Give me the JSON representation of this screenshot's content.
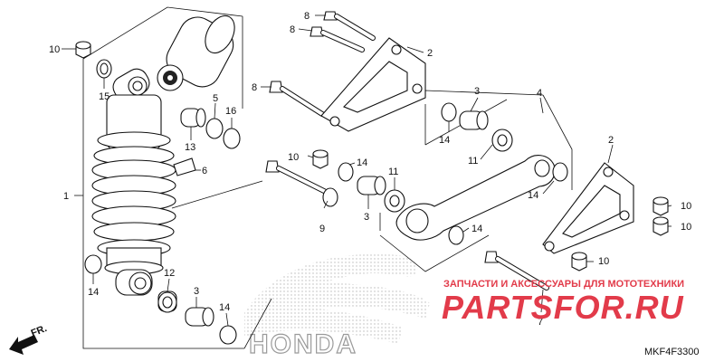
{
  "diagram_code": "MKF4F3300",
  "direction_label": "FR.",
  "brand_label": "HONDA",
  "watermark": {
    "line1": "ЗАПЧАСТИ И АКСЕССУАРЫ ДЛЯ МОТОТЕХНИКИ",
    "line2": "PARTSFOR.RU",
    "color": "#e23b4a"
  },
  "callouts": [
    {
      "id": "c10a",
      "text": "10"
    },
    {
      "id": "c15",
      "text": "15"
    },
    {
      "id": "c5",
      "text": "5"
    },
    {
      "id": "c16",
      "text": "16"
    },
    {
      "id": "c13",
      "text": "13"
    },
    {
      "id": "c6",
      "text": "6"
    },
    {
      "id": "c1",
      "text": "1"
    },
    {
      "id": "c14a",
      "text": "14"
    },
    {
      "id": "c12",
      "text": "12"
    },
    {
      "id": "c3a",
      "text": "3"
    },
    {
      "id": "c14b",
      "text": "14"
    },
    {
      "id": "c8a",
      "text": "8"
    },
    {
      "id": "c8b",
      "text": "8"
    },
    {
      "id": "c8c",
      "text": "8"
    },
    {
      "id": "c2a",
      "text": "2"
    },
    {
      "id": "c10b",
      "text": "10"
    },
    {
      "id": "c14c",
      "text": "14"
    },
    {
      "id": "c3b",
      "text": "3"
    },
    {
      "id": "c4",
      "text": "4"
    },
    {
      "id": "c14d",
      "text": "14"
    },
    {
      "id": "c11a",
      "text": "11"
    },
    {
      "id": "c14e",
      "text": "14"
    },
    {
      "id": "c11b",
      "text": "11"
    },
    {
      "id": "c9",
      "text": "9"
    },
    {
      "id": "c3c",
      "text": "3"
    },
    {
      "id": "c14f",
      "text": "14"
    },
    {
      "id": "c14g",
      "text": "14"
    },
    {
      "id": "c2b",
      "text": "2"
    },
    {
      "id": "c10c",
      "text": "10"
    },
    {
      "id": "c10d",
      "text": "10"
    },
    {
      "id": "c10e",
      "text": "10"
    },
    {
      "id": "c7",
      "text": "7"
    }
  ]
}
